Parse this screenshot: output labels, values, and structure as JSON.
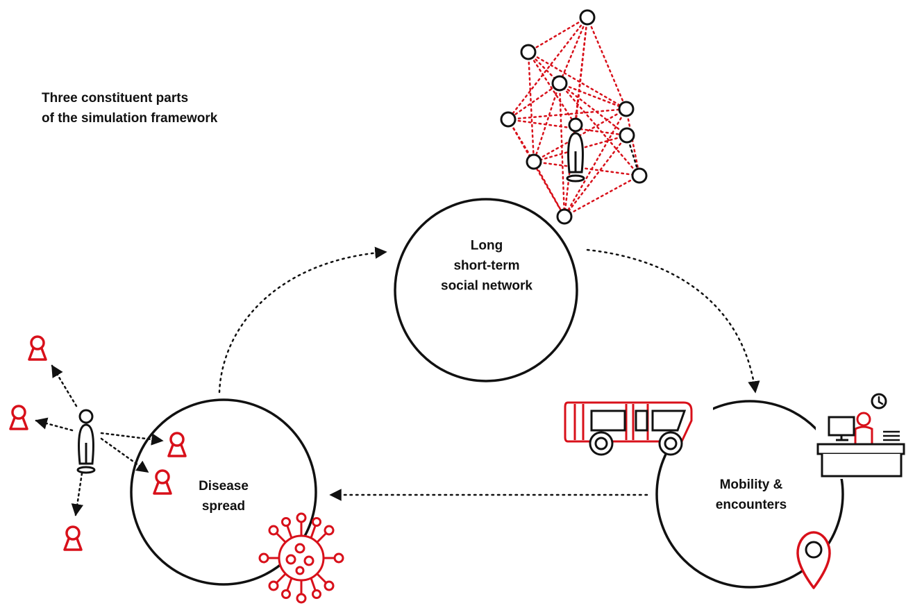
{
  "caption": {
    "line1": "Three constituent parts",
    "line2": "of the simulation framework"
  },
  "nodes": {
    "social": {
      "line1": "Long",
      "line2": "short-term",
      "line3": "social network"
    },
    "mobility": {
      "line1": "Mobility &",
      "line2": "encounters"
    },
    "disease": {
      "line1": "Disease",
      "line2": "spread"
    }
  },
  "colors": {
    "accent": "#d8101a",
    "ink": "#111111",
    "background": "#ffffff"
  },
  "icons": [
    "person-icon",
    "network-graph-icon",
    "bus-icon",
    "office-desk-icon",
    "clock-icon",
    "location-pin-icon",
    "virus-icon",
    "infected-person-icon"
  ]
}
